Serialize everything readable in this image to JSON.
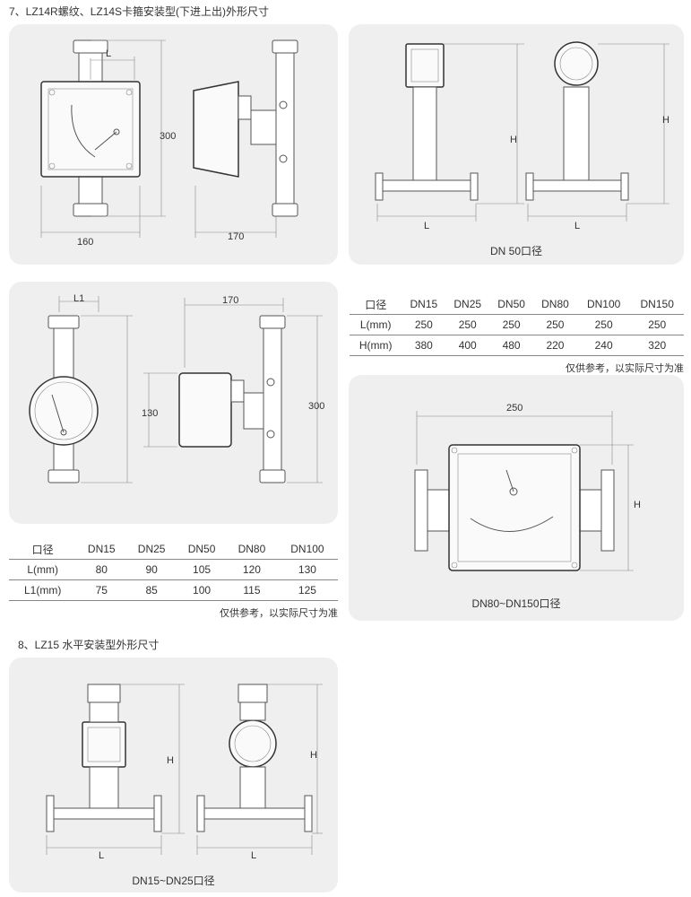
{
  "section7": {
    "title": "7、LZ14R螺纹、LZ14S卡箍安装型(下进上出)外形尺寸",
    "panel1": {
      "dim_l": "L",
      "dim_300": "300",
      "dim_160": "160",
      "dim_170": "170"
    },
    "panel2": {
      "dim_h": "H",
      "dim_l_left": "L",
      "dim_l_right": "L",
      "caption": "DN 50口径"
    },
    "panel3": {
      "dim_l1": "L1",
      "dim_170": "170",
      "dim_130": "130",
      "dim_300": "300"
    },
    "table_right": {
      "headers": [
        "口径",
        "DN15",
        "DN25",
        "DN50",
        "DN80",
        "DN100",
        "DN150"
      ],
      "rows": [
        [
          "L(mm)",
          "250",
          "250",
          "250",
          "250",
          "250",
          "250"
        ],
        [
          "H(mm)",
          "380",
          "400",
          "480",
          "220",
          "240",
          "320"
        ]
      ],
      "note": "仅供参考，以实际尺寸为准"
    },
    "panel4": {
      "dim_250": "250",
      "dim_h": "H",
      "caption": "DN80~DN150口径"
    },
    "table_left": {
      "headers": [
        "口径",
        "DN15",
        "DN25",
        "DN50",
        "DN80",
        "DN100"
      ],
      "rows": [
        [
          "L(mm)",
          "80",
          "90",
          "105",
          "120",
          "130"
        ],
        [
          "L1(mm)",
          "75",
          "85",
          "100",
          "115",
          "125"
        ]
      ],
      "note": "仅供参考，以实际尺寸为准"
    }
  },
  "section8": {
    "title": "8、LZ15 水平安装型外形尺寸",
    "panel5": {
      "dim_h_left": "H",
      "dim_h_right": "H",
      "dim_l_left": "L",
      "dim_l_right": "L",
      "caption": "DN15~DN25口径"
    }
  },
  "colors": {
    "panel_bg": "#efefef",
    "line": "#555555",
    "text": "#333333"
  }
}
